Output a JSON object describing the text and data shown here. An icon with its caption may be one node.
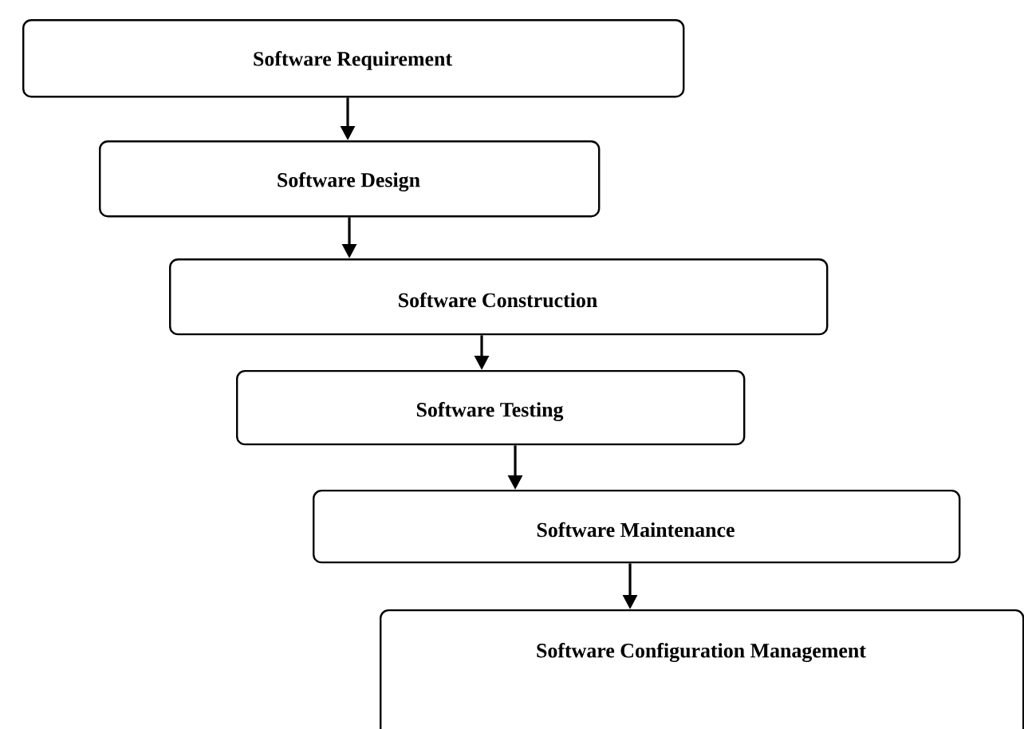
{
  "diagram": {
    "nodes": [
      {
        "text": [
          "Software Requirement"
        ]
      },
      {
        "text": [
          "Software Design"
        ]
      },
      {
        "text": [
          "Software Construction"
        ]
      },
      {
        "text": [
          "Software Testing"
        ]
      },
      {
        "text": [
          "Software Maintenance"
        ]
      },
      {
        "text": [
          "Software Configuration Management"
        ]
      }
    ],
    "edges": [
      {
        "from": 0,
        "to": 1,
        "arrow": "to"
      },
      {
        "from": 1,
        "to": 2,
        "arrow": "to"
      },
      {
        "from": 2,
        "to": 3,
        "arrow": "to"
      },
      {
        "from": 3,
        "to": 4,
        "arrow": "to"
      },
      {
        "from": 4,
        "to": 5,
        "arrow": "to"
      }
    ]
  }
}
